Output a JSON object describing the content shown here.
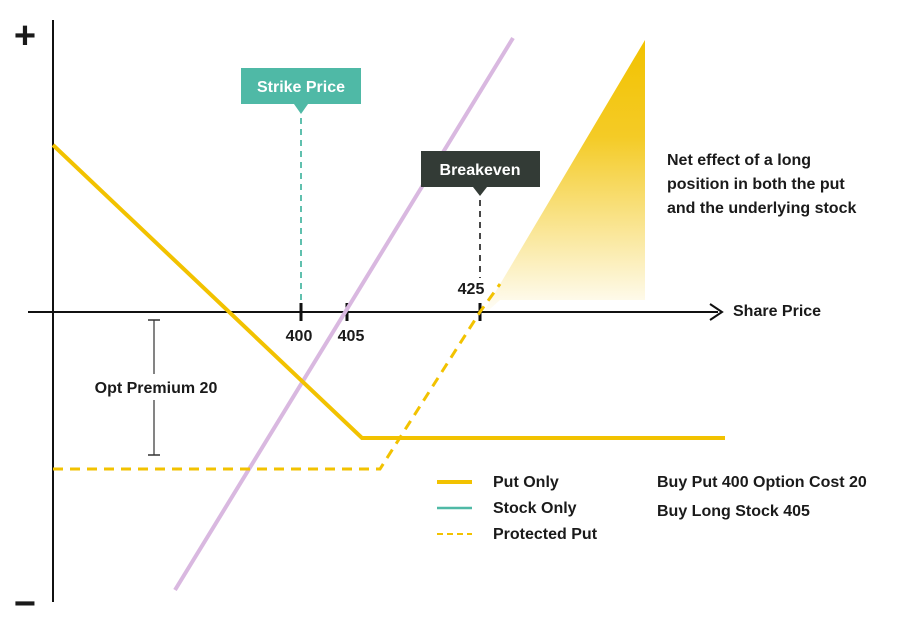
{
  "chart_data": {
    "type": "line",
    "title": "",
    "xlabel": "Share Price",
    "ylabel": "",
    "axis_symbols": {
      "positive": "+",
      "negative": "−"
    },
    "x_ticks": [
      {
        "value": 400,
        "label": "400"
      },
      {
        "value": 405,
        "label": "405"
      },
      {
        "value": 425,
        "label": "425"
      }
    ],
    "series": [
      {
        "name": "Put Only",
        "style": "solid",
        "color": "#F2C200",
        "points": [
          [
            0,
            0.7
          ],
          [
            24,
            -1.0
          ],
          [
            40,
            -1.0
          ]
        ]
      },
      {
        "name": "Stock Only",
        "style": "solid",
        "color": "#D9B8E0",
        "points": [
          [
            6,
            -2.3
          ],
          [
            24.6,
            2.3
          ]
        ]
      },
      {
        "name": "Protected Put",
        "style": "dashed",
        "color": "#F2C200",
        "points": [
          [
            0,
            -1.23
          ],
          [
            18,
            -1.23
          ],
          [
            29,
            0.0
          ],
          [
            33,
            0.5
          ]
        ]
      }
    ],
    "markers": [
      {
        "label": "Strike Price",
        "value": 400,
        "color": "#4FB9A6"
      },
      {
        "label": "Breakeven",
        "value": 425,
        "color": "#333B36"
      }
    ],
    "annotations": {
      "premium": "Opt Premium 20",
      "net_effect": [
        "Net effect of a long",
        "position in both the put",
        "and the underlying stock"
      ]
    },
    "legend": [
      {
        "name": "Put Only",
        "style": "solid",
        "color": "#F2C200"
      },
      {
        "name": "Stock Only",
        "style": "solid",
        "color": "#4FB9A6"
      },
      {
        "name": "Protected Put",
        "style": "dashed",
        "color": "#F2C200"
      }
    ],
    "legend_position": "bottom-right",
    "notes": [
      "Buy Put 400 Option Cost 20",
      "Buy Long Stock 405"
    ],
    "grid": false
  }
}
